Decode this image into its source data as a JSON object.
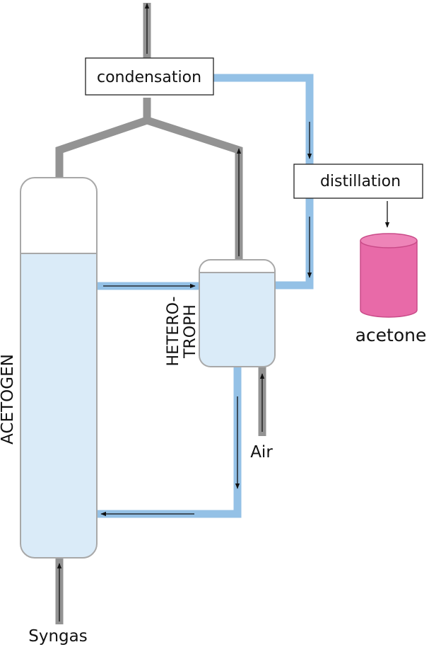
{
  "labels": {
    "condensation": "condensation",
    "distillation": "distillation",
    "acetone": "acetone",
    "acetogen": "ACETOGEN",
    "heterotroph_line1": "HETERO-",
    "heterotroph_line2": "TROPH",
    "air": "Air",
    "syngas": "Syngas"
  },
  "colors": {
    "gas_pipe": "#939393",
    "liquid_pipe": "#94c1e6",
    "vessel_fill": "#daebf8",
    "vessel_stroke": "#a8a8a8",
    "acetone_fill": "#e86aa8",
    "acetone_stroke": "#c94a88",
    "arrow": "#111111"
  }
}
